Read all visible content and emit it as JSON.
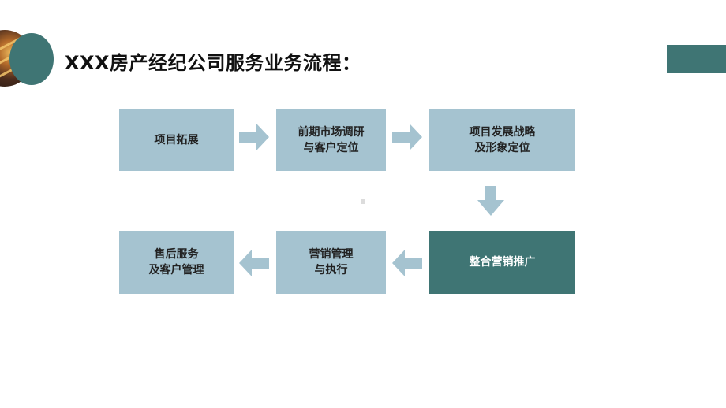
{
  "title": "XXX房产经纪公司服务业务流程：",
  "colors": {
    "box_light": "#a5c3d0",
    "box_dark": "#3f7574",
    "arrow": "#a5c3d0",
    "accent": "#3f7574"
  },
  "steps": [
    {
      "label": "项目拓展"
    },
    {
      "label": "前期市场调研\n与客户定位"
    },
    {
      "label": "项目发展战略\n及形象定位"
    },
    {
      "label": "整合营销推广"
    },
    {
      "label": "营销管理\n与执行"
    },
    {
      "label": "售后服务\n及客户管理"
    }
  ]
}
